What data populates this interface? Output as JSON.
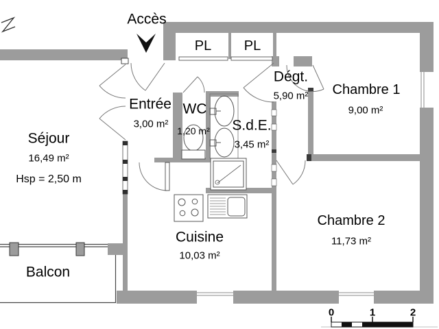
{
  "plan": {
    "access_label": "Accès",
    "closets": {
      "pl1": "PL",
      "pl2": "PL"
    },
    "rooms": {
      "sejour": {
        "name": "Séjour",
        "area": "16,49 m²",
        "height_note": "Hsp = 2,50 m"
      },
      "entree": {
        "name": "Entrée",
        "area": "3,00 m²"
      },
      "wc": {
        "name": "WC",
        "area": "1,20 m²"
      },
      "sde": {
        "name": "S.d.E.",
        "area": "3,45 m²"
      },
      "degt": {
        "name": "Dégt.",
        "area": "5,90 m²"
      },
      "chambre1": {
        "name": "Chambre 1",
        "area": "9,00 m²"
      },
      "chambre2": {
        "name": "Chambre 2",
        "area": "11,73 m²"
      },
      "cuisine": {
        "name": "Cuisine",
        "area": "10,03 m²"
      },
      "balcon": {
        "name": "Balcon"
      }
    },
    "scale_bar": {
      "tick0": "0",
      "tick1": "1",
      "tick2": "2"
    },
    "colors": {
      "wall": "#9c9c9c",
      "outline": "#555555",
      "text": "#000000"
    }
  }
}
